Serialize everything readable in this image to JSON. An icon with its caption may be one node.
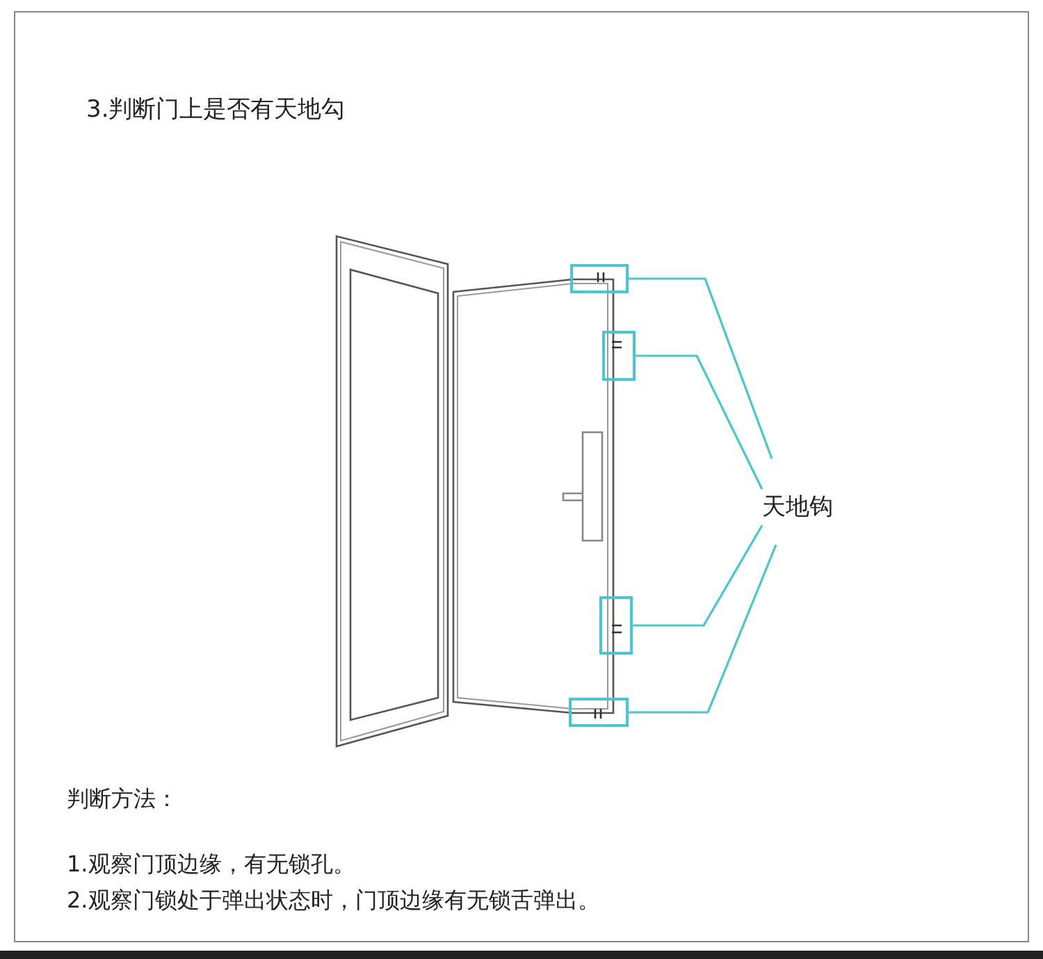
{
  "diagram": {
    "title": "3.判断门上是否有天地勾",
    "nodes": [
      {
        "text": [
          "天地钩"
        ]
      },
      {
        "text": [],
        "shape": "box"
      },
      {
        "text": [],
        "shape": "box"
      },
      {
        "text": [],
        "shape": "box"
      },
      {
        "text": [],
        "shape": "box"
      }
    ],
    "edges": [
      {
        "from": 0,
        "to": 1,
        "arrow": "none"
      },
      {
        "from": 0,
        "to": 2,
        "arrow": "none"
      },
      {
        "from": 0,
        "to": 3,
        "arrow": "none"
      },
      {
        "from": 0,
        "to": 4,
        "arrow": "none"
      }
    ],
    "labels": [
      "判断方法：",
      "1.观察门顶边缘，有无锁孔。",
      "2.观察门锁处于弹出状态时，门顶边缘有无锁舌弹出。"
    ]
  }
}
